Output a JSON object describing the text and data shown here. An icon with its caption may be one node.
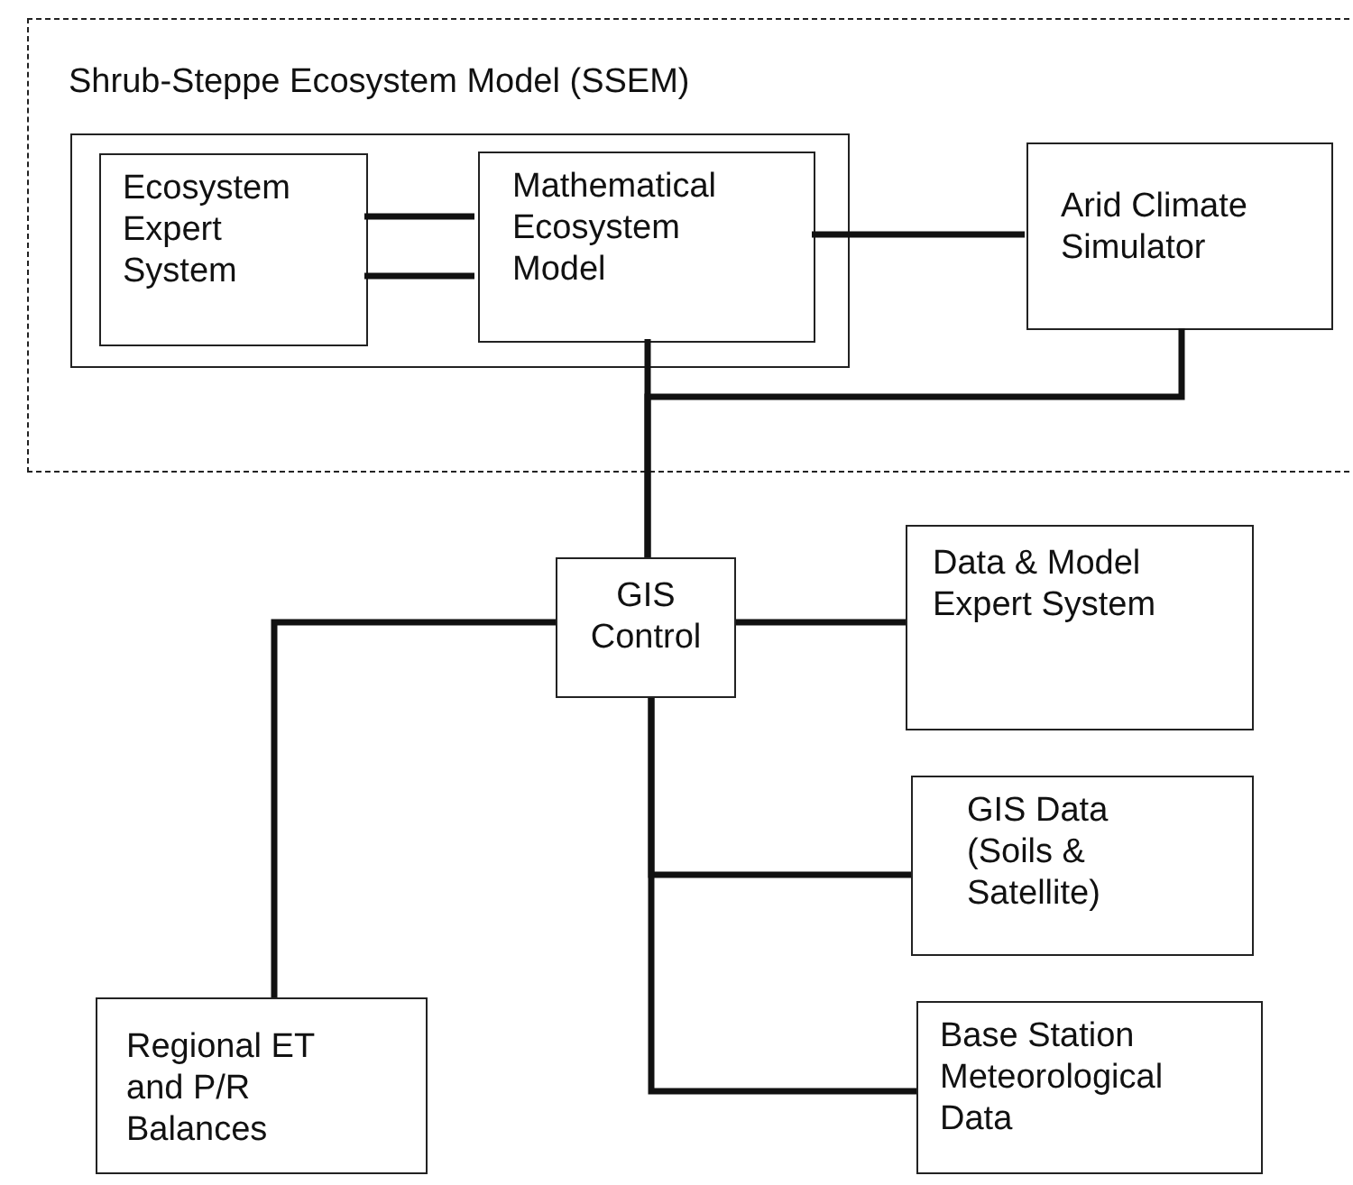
{
  "diagram": {
    "nodes": [
      {
        "text": [
          "Shrub-Steppe Ecosystem Model (SSEM)"
        ]
      },
      {
        "text": [],
        "shape": "box",
        "in": 0
      },
      {
        "text": [
          "Ecosystem Expert System"
        ],
        "in": 1
      },
      {
        "text": [
          "Mathematical Ecosystem Model"
        ],
        "in": 1
      },
      {
        "text": [
          "Arid Climate Simulator"
        ],
        "in": 0
      },
      {
        "text": [
          "GIS Control"
        ]
      },
      {
        "text": [
          "Data & Model Expert System"
        ]
      },
      {
        "text": [
          "GIS Data (Soils & Satellite)"
        ]
      },
      {
        "text": [
          "Base Station Meteorological Data"
        ]
      },
      {
        "text": [
          "Regional ET and P/R Balances"
        ]
      }
    ],
    "edges": [
      {
        "from": 2,
        "to": 3,
        "arrow": "none"
      },
      {
        "from": 2,
        "to": 3,
        "arrow": "none"
      },
      {
        "from": 3,
        "to": 4,
        "arrow": "none"
      },
      {
        "from": 3,
        "to": 5,
        "arrow": "none"
      },
      {
        "from": 4,
        "to": 5,
        "arrow": "none"
      },
      {
        "from": 5,
        "to": 6,
        "arrow": "none"
      },
      {
        "from": 5,
        "to": 9,
        "arrow": "none"
      },
      {
        "from": 5,
        "to": 7,
        "arrow": "none"
      },
      {
        "from": 5,
        "to": 8,
        "arrow": "none"
      }
    ]
  }
}
